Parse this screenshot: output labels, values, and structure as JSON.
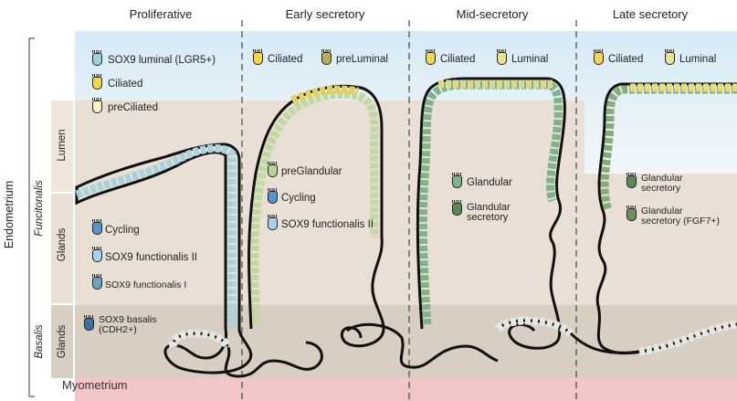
{
  "stages": [
    "Proliferative",
    "Early secretory",
    "Mid-secretory",
    "Late secretory"
  ],
  "side_labels": {
    "endometrium": "Endometrium",
    "functionalis": "Funcitonalis",
    "basalis": "Basalis",
    "lumen": "Lumen",
    "glands_functionalis": "Glands",
    "glands_basalis": "Glands"
  },
  "myometrium": "Myometrium",
  "legend": {
    "proliferative": [
      {
        "label": "SOX9 luminal (LGR5+)",
        "icon": "sox9-luminal-cell-icon",
        "fill": "#9dd3d8"
      },
      {
        "label": "Ciliated",
        "icon": "ciliated-cell-icon",
        "fill": "#f2d84a"
      },
      {
        "label": "preCiliated",
        "icon": "preciliated-cell-icon",
        "fill": "#fbf2c4"
      },
      {
        "label": "Cycling",
        "icon": "cycling-cell-icon",
        "fill": "#5b94c8"
      },
      {
        "label": "SOX9 functionalis II",
        "icon": "sox9-functionalis-ii-cell-icon",
        "fill": "#a9d1ee"
      },
      {
        "label": "SOX9 functionalis I",
        "icon": "sox9-functionalis-i-cell-icon",
        "fill": "#6f9fc2"
      },
      {
        "label": "SOX9 basalis",
        "label2": "(CDH2+)",
        "icon": "sox9-basalis-cell-icon",
        "fill": "#3a6ea8"
      }
    ],
    "early_secretory": [
      {
        "label": "Ciliated",
        "icon": "ciliated-cell-icon",
        "fill": "#f2d84a"
      },
      {
        "label": "preLuminal",
        "icon": "preluminal-cell-icon",
        "fill": "#b9ad55"
      },
      {
        "label": "preGlandular",
        "icon": "preglandular-cell-icon",
        "fill": "#b7d59a"
      },
      {
        "label": "Cycling",
        "icon": "cycling-cell-icon",
        "fill": "#5b94c8"
      },
      {
        "label": "SOX9 functionalis II",
        "icon": "sox9-functionalis-ii-cell-icon",
        "fill": "#a9d1ee"
      }
    ],
    "mid_secretory": [
      {
        "label": "Ciliated",
        "icon": "ciliated-cell-icon",
        "fill": "#f2d84a"
      },
      {
        "label": "Luminal",
        "icon": "luminal-cell-icon",
        "fill": "#e6e38a"
      },
      {
        "label": "Glandular",
        "icon": "glandular-cell-icon",
        "fill": "#7fb38a"
      },
      {
        "label": "Glandular",
        "label2": "secretory",
        "icon": "glandular-secretory-cell-icon",
        "fill": "#5a8a55"
      }
    ],
    "late_secretory": [
      {
        "label": "Ciliated",
        "icon": "ciliated-cell-icon",
        "fill": "#f2d84a"
      },
      {
        "label": "Luminal",
        "icon": "luminal-cell-icon",
        "fill": "#e6e38a"
      },
      {
        "label": "Glandular",
        "label2": "secretory",
        "icon": "glandular-secretory-cell-icon",
        "fill": "#5a8a55"
      },
      {
        "label": "Glandular",
        "label2": "secretory (FGF7+)",
        "icon": "glandular-secretory-fgf7-cell-icon",
        "fill": "#6d8f66"
      }
    ]
  },
  "colors": {
    "lumen_bg": "#e6f2f8",
    "functionalis_bg": "#ecdfd3",
    "basalis_bg": "#d8cdc0",
    "myometrium_bg": "#f2c7c7",
    "basal_cell": "#e6e6e6"
  }
}
